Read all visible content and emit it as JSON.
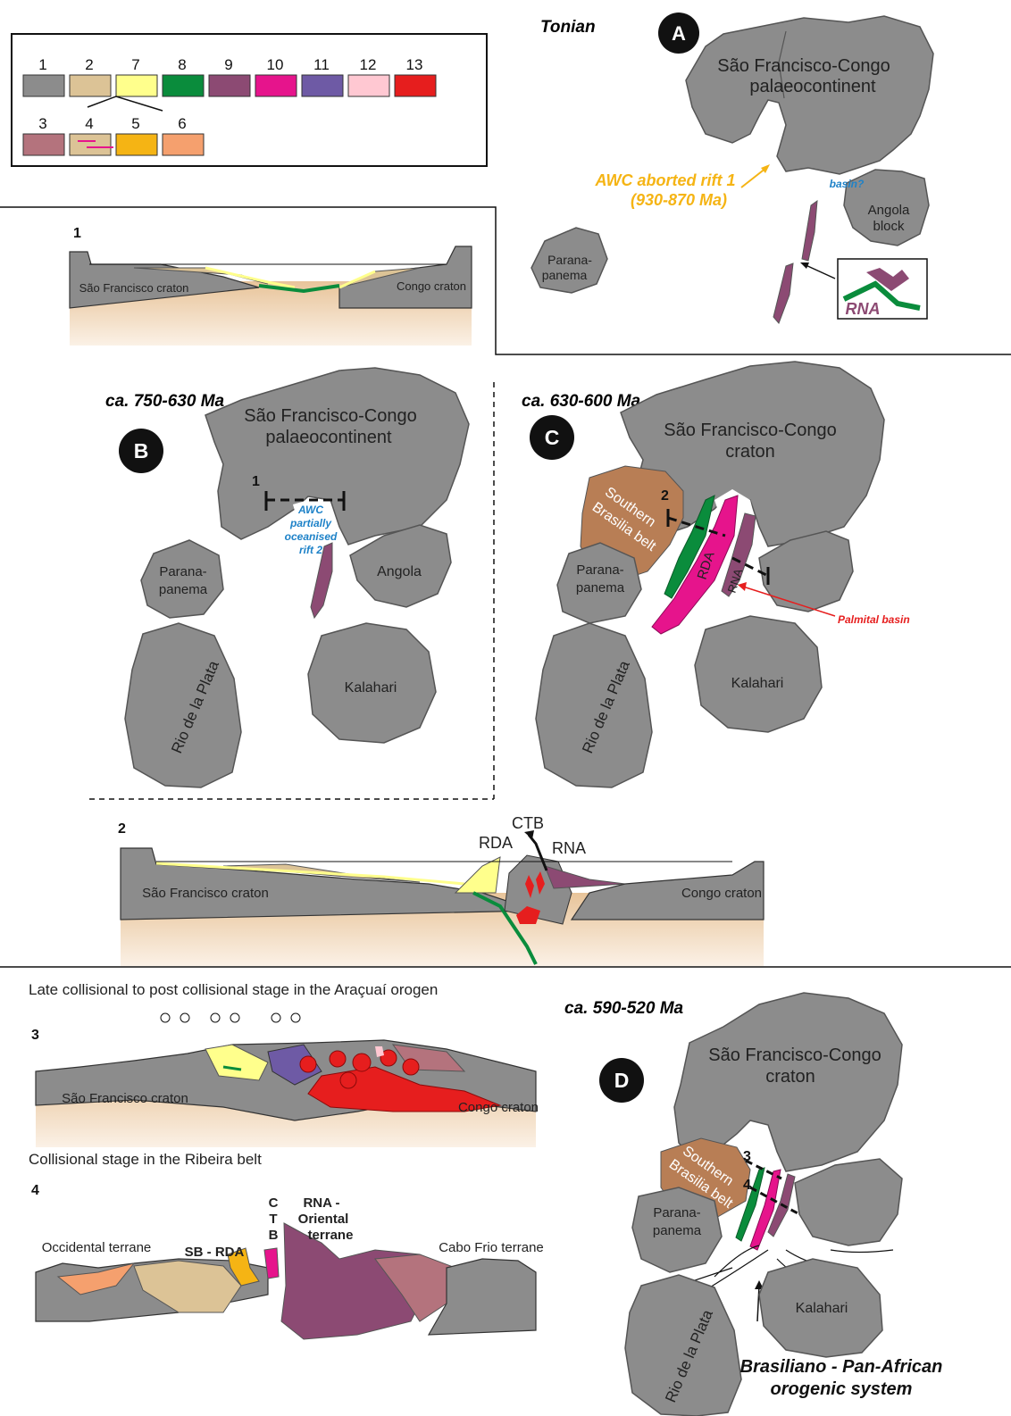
{
  "legend": {
    "row1": [
      {
        "num": "1",
        "color": "#8c8c8c"
      },
      {
        "num": "2",
        "color": "#dcc396"
      },
      {
        "num": "7",
        "color": "#ffff8c"
      },
      {
        "num": "8",
        "color": "#0a8c3c"
      },
      {
        "num": "9",
        "color": "#8c4a73"
      },
      {
        "num": "10",
        "color": "#e6148c"
      },
      {
        "num": "11",
        "color": "#6e5aa5"
      },
      {
        "num": "12",
        "color": "#ffc8d2"
      },
      {
        "num": "13",
        "color": "#e61e1e"
      }
    ],
    "row2": [
      {
        "num": "3",
        "color": "#b4737d"
      },
      {
        "num": "4",
        "color": "#dcc396"
      },
      {
        "num": "5",
        "color": "#f5b414"
      },
      {
        "num": "6",
        "color": "#f5a06e"
      }
    ]
  },
  "panelA": {
    "age": "Tonian",
    "letter": "A",
    "plate_sfc_line1": "São Francisco-Congo",
    "plate_sfc_line2": "palaeocontinent",
    "rift_line1": "AWC aborted rift 1",
    "rift_line2": "(930-870 Ma)",
    "basin": "basin?",
    "angola_line1": "Angola",
    "angola_line2": "block",
    "parana_line1": "Parana-",
    "parana_line2": "panema",
    "rna": "RNA"
  },
  "section1": {
    "num": "1",
    "left": "São Francisco craton",
    "right": "Congo craton"
  },
  "panelB": {
    "age": "ca. 750-630 Ma",
    "letter": "B",
    "plate_line1": "São Francisco-Congo",
    "plate_line2": "palaeocontinent",
    "rift_line1": "AWC",
    "rift_line2": "partially",
    "rift_line3": "oceanised",
    "rift_line4": "rift 2",
    "section_marker": "1",
    "angola": "Angola",
    "parana_line1": "Parana-",
    "parana_line2": "panema",
    "kalahari": "Kalahari",
    "rio": "Rio de la Plata"
  },
  "panelC": {
    "age": "ca. 630-600 Ma",
    "letter": "C",
    "plate_line1": "São Francisco-Congo",
    "plate_line2": "craton",
    "belt_line1": "Southern",
    "belt_line2": "Brasilia belt",
    "section_marker": "2",
    "rda": "RDA",
    "rna": "RNA",
    "palmital": "Palmital basin",
    "parana_line1": "Parana-",
    "parana_line2": "panema",
    "kalahari": "Kalahari",
    "rio": "Rio de la Plata"
  },
  "section2": {
    "num": "2",
    "ctb": "CTB",
    "rda": "RDA",
    "rna": "RNA",
    "left": "São Francisco craton",
    "right": "Congo craton"
  },
  "section3": {
    "title": "Late collisional to post collisional stage in the Araçuaí orogen",
    "num": "3",
    "left": "São Francisco craton",
    "right": "Congo craton"
  },
  "section4": {
    "title": "Collisional stage in the Ribeira belt",
    "num": "4",
    "occidental": "Occidental terrane",
    "sb_rda": "SB - RDA",
    "ctb_c": "C",
    "ctb_t": "T",
    "ctb_b": "B",
    "rna_line1": "RNA -",
    "rna_line2": "Oriental",
    "rna_line3": "terrane",
    "cabo": "Cabo Frio terrane"
  },
  "panelD": {
    "age": "ca. 590-520 Ma",
    "letter": "D",
    "plate_line1": "São Francisco-Congo",
    "plate_line2": "craton",
    "belt_line1": "Southern",
    "belt_line2": "Brasilia belt",
    "marker3": "3",
    "marker4": "4",
    "parana_line1": "Parana-",
    "parana_line2": "panema",
    "kalahari": "Kalahari",
    "rio": "Rio de la Plata",
    "system_line1": "Brasiliano - Pan-African",
    "system_line2": "orogenic system"
  },
  "colors": {
    "craton": "#8c8c8c",
    "sand": "#e8c49a",
    "ocean": "#0a8c3c",
    "rda": "#e6148c",
    "rna": "#8c4a73",
    "granite": "#e61e1e",
    "belt": "#b87e55",
    "rift_text": "#f5b414",
    "basin_text": "#1e82c8",
    "palmital": "#e61e1e"
  }
}
